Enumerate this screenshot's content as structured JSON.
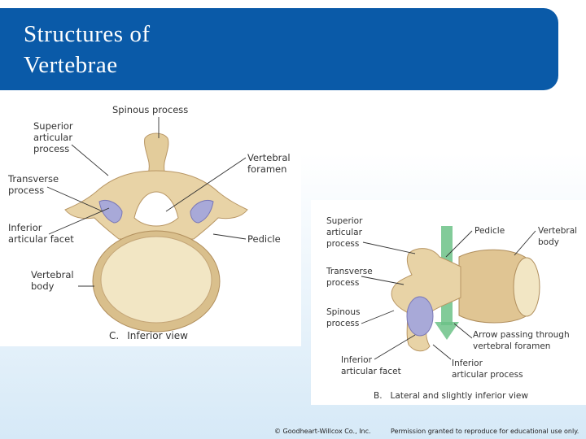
{
  "slide": {
    "title_line1": "Structures of",
    "title_line2": "Vertebrae"
  },
  "figure_c": {
    "caption_letter": "C.",
    "caption_text": "Inferior view",
    "labels": {
      "spinous_process": "Spinous process",
      "superior_articular_process": "Superior\narticular\nprocess",
      "transverse_process": "Transverse\nprocess",
      "inferior_articular_facet": "Inferior\narticular facet",
      "vertebral_body": "Vertebral\nbody",
      "vertebral_foramen": "Vertebral\nforamen",
      "pedicle": "Pedicle"
    }
  },
  "figure_b": {
    "caption_letter": "B.",
    "caption_text": "Lateral and slightly inferior view",
    "labels": {
      "superior_articular_process": "Superior\narticular\nprocess",
      "pedicle": "Pedicle",
      "vertebral_body": "Vertebral\nbody",
      "transverse_process": "Transverse\nprocess",
      "spinous_process": "Spinous\nprocess",
      "arrow_foramen": "Arrow passing through\nvertebral foramen",
      "inferior_articular_facet": "Inferior\narticular facet",
      "inferior_articular_process": "Inferior\narticular process"
    }
  },
  "footer": {
    "copyright": "© Goodheart-Willcox Co., Inc.",
    "permission": "Permission granted to reproduce for educational use only."
  },
  "colors": {
    "title_bar": "#0a5aa8",
    "bone": "#e8d3a6",
    "bone_shadow": "#c9a874",
    "body_face": "#f2e6c4",
    "facet": "#a8a9d8",
    "arrow": "#6cc287"
  }
}
